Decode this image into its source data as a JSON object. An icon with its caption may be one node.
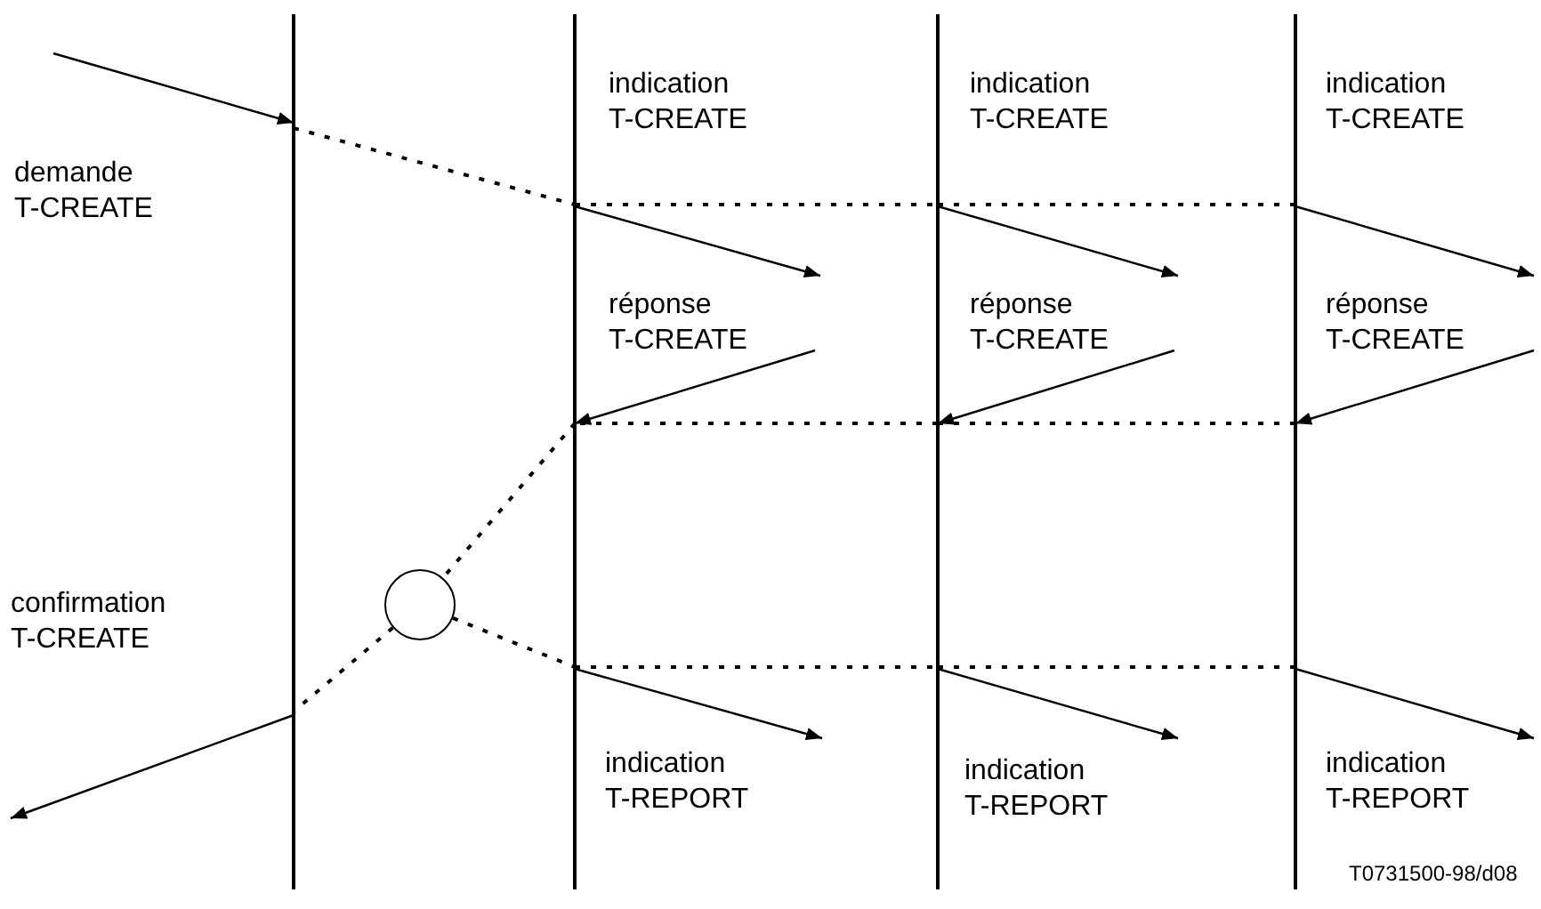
{
  "diagram": {
    "nodes": [
      {
        "text": [],
        "shape": "bar"
      },
      {
        "text": [],
        "shape": "bar"
      },
      {
        "text": [],
        "shape": "bar"
      },
      {
        "text": [],
        "shape": "bar"
      },
      {
        "text": [],
        "shape": "circle"
      }
    ],
    "edges": [
      {
        "from": null,
        "to": 0,
        "arrow": "to",
        "label": "demande T-CREATE"
      },
      {
        "from": 0,
        "to": 1,
        "arrow": "none",
        "style": "dashed"
      },
      {
        "from": 1,
        "to": 2,
        "arrow": "none",
        "style": "dashed"
      },
      {
        "from": 2,
        "to": 3,
        "arrow": "none",
        "style": "dashed"
      },
      {
        "from": 1,
        "to": null,
        "arrow": "to",
        "label": "indication T-CREATE"
      },
      {
        "from": 2,
        "to": null,
        "arrow": "to",
        "label": "indication T-CREATE"
      },
      {
        "from": 3,
        "to": null,
        "arrow": "to",
        "label": "indication T-CREATE"
      },
      {
        "from": null,
        "to": 1,
        "arrow": "to",
        "label": "réponse T-CREATE"
      },
      {
        "from": null,
        "to": 2,
        "arrow": "to",
        "label": "réponse T-CREATE"
      },
      {
        "from": null,
        "to": 3,
        "arrow": "to",
        "label": "réponse T-CREATE"
      },
      {
        "from": 3,
        "to": 2,
        "arrow": "none",
        "style": "dashed"
      },
      {
        "from": 2,
        "to": 1,
        "arrow": "none",
        "style": "dashed"
      },
      {
        "from": 1,
        "to": 4,
        "arrow": "none",
        "style": "dashed"
      },
      {
        "from": 4,
        "to": 0,
        "arrow": "none",
        "style": "dashed"
      },
      {
        "from": 0,
        "to": null,
        "arrow": "to",
        "label": "confirmation T-CREATE"
      },
      {
        "from": 4,
        "to": 1,
        "arrow": "none",
        "style": "dashed"
      },
      {
        "from": 1,
        "to": 2,
        "arrow": "none",
        "style": "dashed"
      },
      {
        "from": 2,
        "to": 3,
        "arrow": "none",
        "style": "dashed"
      },
      {
        "from": 1,
        "to": null,
        "arrow": "to",
        "label": "indication T-REPORT"
      },
      {
        "from": 2,
        "to": null,
        "arrow": "to",
        "label": "indication T-REPORT"
      },
      {
        "from": 3,
        "to": null,
        "arrow": "to",
        "label": "indication T-REPORT"
      }
    ],
    "labels": [
      "T0731500-98/d08"
    ]
  }
}
